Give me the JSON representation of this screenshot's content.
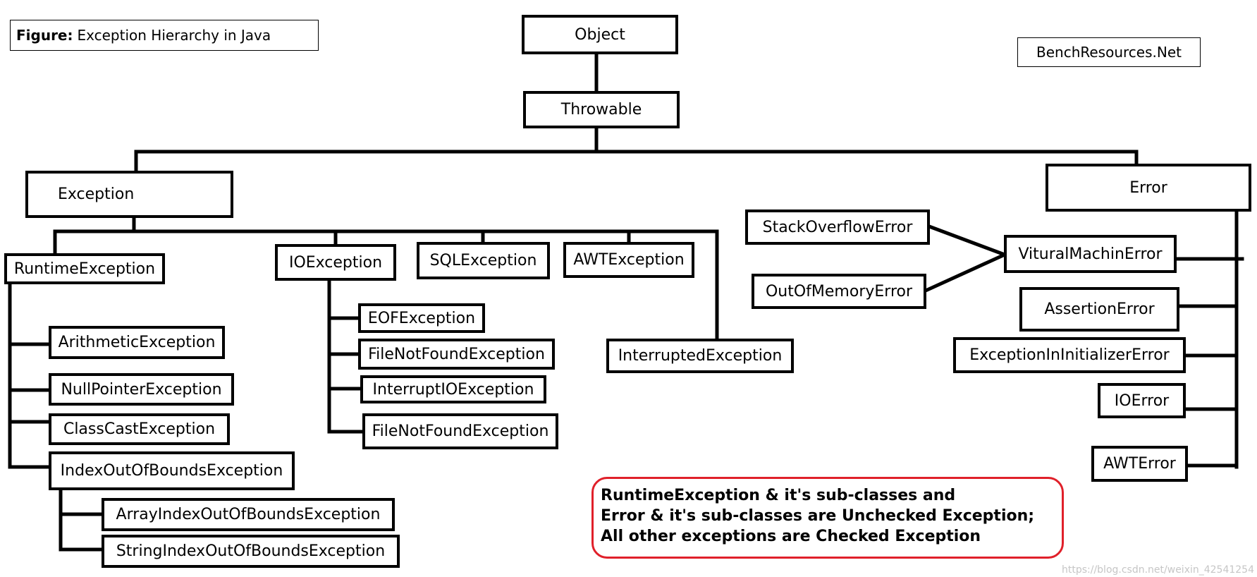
{
  "figure_caption": {
    "prefix": "Figure:",
    "text": "Exception Hierarchy in Java"
  },
  "site_label": "BenchResources.Net",
  "nodes": {
    "object": "Object",
    "throwable": "Throwable",
    "exception": "Exception",
    "error": "Error",
    "runtime_exception": "RuntimeException",
    "io_exception": "IOException",
    "sql_exception": "SQLException",
    "awt_exception": "AWTException",
    "interrupted_exception": "InterruptedException",
    "arithmetic_exception": "ArithmeticException",
    "null_pointer_exception": "NullPointerException",
    "class_cast_exception": "ClassCastException",
    "index_out_of_bounds_exception": "IndexOutOfBoundsException",
    "array_index_out_of_bounds_exception": "ArrayIndexOutOfBoundsException",
    "string_index_out_of_bounds_exception": "StringIndexOutOfBoundsException",
    "eof_exception": "EOFException",
    "file_not_found_exception_1": "FileNotFoundException",
    "interrupt_io_exception": "InterruptIOException",
    "file_not_found_exception_2": "FileNotFoundException",
    "stack_overflow_error": "StackOverflowError",
    "out_of_memory_error": "OutOfMemoryError",
    "virtual_machine_error": "VituralMachinError",
    "assertion_error": "AssertionError",
    "exception_in_initializer_error": "ExceptionInInitializerError",
    "io_error": "IOError",
    "awt_error": "AWTError"
  },
  "note": {
    "line1": "RuntimeException & it's sub-classes and",
    "line2": "Error & it's sub-classes are Unchecked Exception;",
    "line3": "All other exceptions are Checked Exception"
  },
  "watermark": "https://blog.csdn.net/weixin_42541254",
  "colors": {
    "note_border": "#e0202a",
    "line": "#000000",
    "watermark": "#c6c6c6"
  }
}
